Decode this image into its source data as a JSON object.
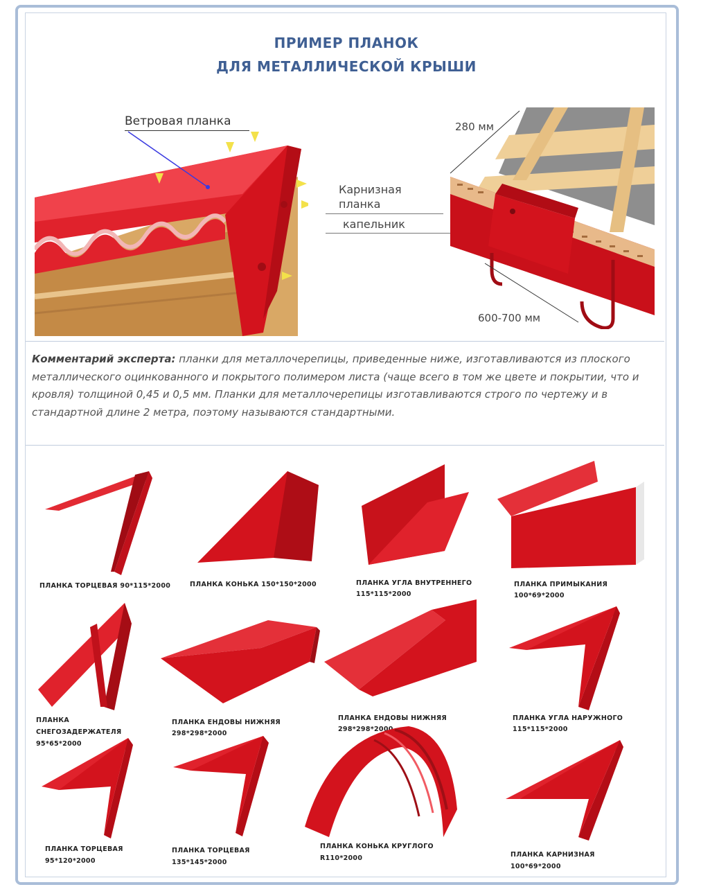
{
  "title": {
    "line1": "ПРИМЕР ПЛАНОК",
    "line2": "ДЛЯ МЕТАЛЛИЧЕСКОЙ КРЫШИ"
  },
  "diagram": {
    "wind_label": "Ветровая планка",
    "eave_label_1": "Карнизная",
    "eave_label_2": "планка",
    "drip_label": "капельник",
    "dim_top": "280 мм",
    "dim_bottom": "600-700 мм"
  },
  "comment": {
    "lead": "Комментарий эксперта:",
    "text": " планки для металлочерепицы, приведенные ниже, изготавливаются из плоского металлического оцинкованного и покрытого полимером листа (чаще всего в том же цвете и покрытии, что и кровля) толщиной 0,45 и 0,5 мм. Планки для металлочерепицы изготавливаются строго по чертежу и в стандартной длине 2 метра, поэтому называются стандартными."
  },
  "products": [
    {
      "name": "ПЛАНКА ТОРЦЕВАЯ 90*115*2000",
      "size": ""
    },
    {
      "name": "ПЛАНКА КОНЬКА 150*150*2000",
      "size": ""
    },
    {
      "name": "ПЛАНКА УГЛА ВНУТРЕННЕГО",
      "size": "115*115*2000"
    },
    {
      "name": "ПЛАНКА ПРИМЫКАНИЯ",
      "size": "100*69*2000"
    },
    {
      "name": "ПЛАНКА",
      "name2": "СНЕГОЗАДЕРЖАТЕЛЯ",
      "size": "95*65*2000"
    },
    {
      "name": "ПЛАНКА ЕНДОВЫ НИЖНЯЯ",
      "size": "298*298*2000"
    },
    {
      "name": "ПЛАНКА ЕНДОВЫ НИЖНЯЯ",
      "size": "298*298*2000"
    },
    {
      "name": "ПЛАНКА УГЛА НАРУЖНОГО",
      "size": "115*115*2000"
    },
    {
      "name": "ПЛАНКА ТОРЦЕВАЯ",
      "size": "95*120*2000"
    },
    {
      "name": "ПЛАНКА ТОРЦЕВАЯ",
      "size": "135*145*2000"
    },
    {
      "name": "ПЛАНКА КОНЬКА КРУГЛОГО",
      "size": "R110*2000"
    },
    {
      "name": "ПЛАНКА КАРНИЗНАЯ",
      "size": "100*69*2000"
    }
  ],
  "colors": {
    "red": "#d3131d",
    "dark_red": "#9e0f16",
    "title_blue": "#3f5f93",
    "frame_blue": "#a9bdd8",
    "wood": "#e9c48c"
  }
}
